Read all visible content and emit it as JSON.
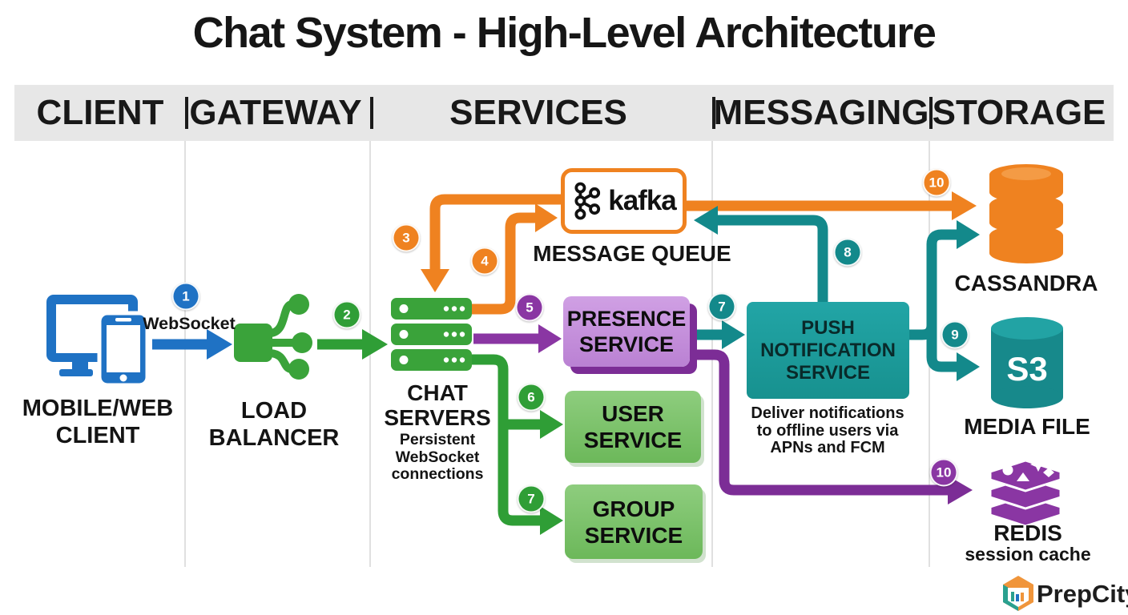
{
  "title": "Chat System - High-Level Architecture",
  "header": {
    "columns": [
      "CLIENT",
      "GATEWAY",
      "SERVICES",
      "MESSAGING",
      "STORAGE"
    ]
  },
  "client": {
    "label1": "MOBILE/WEB",
    "label2": "CLIENT"
  },
  "edge1": {
    "badge": "1",
    "label": "WebSocket"
  },
  "load_balancer": {
    "label1": "LOAD",
    "label2": "BALANCER"
  },
  "edge2": {
    "badge": "2"
  },
  "chat_servers": {
    "label1": "CHAT",
    "label2": "SERVERS",
    "sub1": "Persistent",
    "sub2": "WebSocket",
    "sub3": "connections"
  },
  "kafka": {
    "logo_text": "kafka",
    "label": "MESSAGE QUEUE"
  },
  "edge3": {
    "badge": "3"
  },
  "edge4": {
    "badge": "4"
  },
  "presence": {
    "label1": "PRESENCE",
    "label2": "SERVICE"
  },
  "edge5": {
    "badge": "5"
  },
  "user_service": {
    "label1": "USER",
    "label2": "SERVICE"
  },
  "edge6": {
    "badge": "6"
  },
  "group_service": {
    "label1": "GROUP",
    "label2": "SERVICE"
  },
  "edge7_green": {
    "badge": "7"
  },
  "edge7_teal": {
    "badge": "7"
  },
  "push_notification": {
    "label1": "PUSH",
    "label2": "NOTIFICATION",
    "label3": "SERVICE",
    "sub1": "Deliver notifications",
    "sub2": "to offline users via",
    "sub3": "APNs and FCM"
  },
  "edge8": {
    "badge": "8"
  },
  "edge9": {
    "badge": "9"
  },
  "edge10_orange": {
    "badge": "10"
  },
  "edge10_purple": {
    "badge": "10"
  },
  "cassandra": {
    "label": "CASSANDRA"
  },
  "s3": {
    "icon_text": "S3",
    "label": "MEDIA FILE"
  },
  "redis": {
    "label": "REDIS",
    "sub": "session cache"
  },
  "branding": {
    "name": "PrepCity"
  },
  "icons": {
    "client": "monitor-and-phone-icon",
    "gateway": "load-balancer-icon",
    "services": "server-stack-icon",
    "queue": "kafka-logo-icon",
    "cassandra": "database-cylinder-icon",
    "s3": "bucket-cylinder-icon",
    "redis": "redis-stack-icon",
    "brand": "prepcity-hexagon-icon"
  },
  "colors": {
    "blue": "#1f72c4",
    "green": "#2f9e36",
    "green_icon": "#3aa33a",
    "orange": "#ef8220",
    "purple": "#8a36a3",
    "purple_dark": "#7c2d96",
    "purple_box": "#c795dc",
    "teal": "#13898b",
    "teal_box": "#1d9e9f",
    "band_gray": "#e7e7e7"
  }
}
